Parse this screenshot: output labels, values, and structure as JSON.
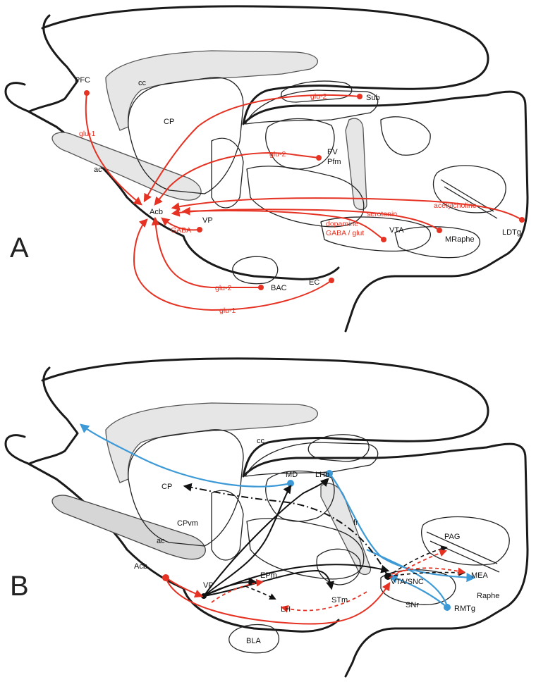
{
  "panelA": {
    "panel_label": "A",
    "regions": {
      "pfc": "PFC",
      "cc": "cc",
      "cp": "CP",
      "ac": "ac",
      "acb": "Acb",
      "vp": "VP",
      "sub": "Sub",
      "pv": "PV",
      "pfm": "Pfm",
      "vta": "VTA",
      "mraphe": "MRaphe",
      "ldtg": "LDTg",
      "bac": "BAC",
      "ec": "EC"
    },
    "transmitters": {
      "glu1_pfc": "glu-1",
      "glu2_sub": "glu-2",
      "glu2_pv": "glu-2",
      "acetylcholine": "acetylcholine",
      "serotonin": "serotonin",
      "dopamine": "dopamine",
      "gaba_glut": "GABA / glut",
      "gaba_vp": "GABA",
      "glu2_bac": "glu-2",
      "glu1_ec": "glu-1"
    }
  },
  "panelB": {
    "panel_label": "B",
    "regions": {
      "cc": "cc",
      "cp": "CP",
      "cpvm": "CPvm",
      "ac": "ac",
      "acb": "Acb",
      "vp": "VP",
      "md": "MD",
      "lhb": "LHb",
      "fr": "fr",
      "pag": "PAG",
      "epm": "EPm",
      "lh": "LH",
      "stm": "STm",
      "vta_snc": "VTA/SNC",
      "snr": "SNr",
      "mea": "MEA",
      "raphe": "Raphe",
      "rmtg": "RMTg",
      "bla": "BLA"
    }
  },
  "colors": {
    "red": "#e53223",
    "blue": "#3d9ad6",
    "black": "#111111",
    "gray_fill": "#e6e6e6"
  }
}
